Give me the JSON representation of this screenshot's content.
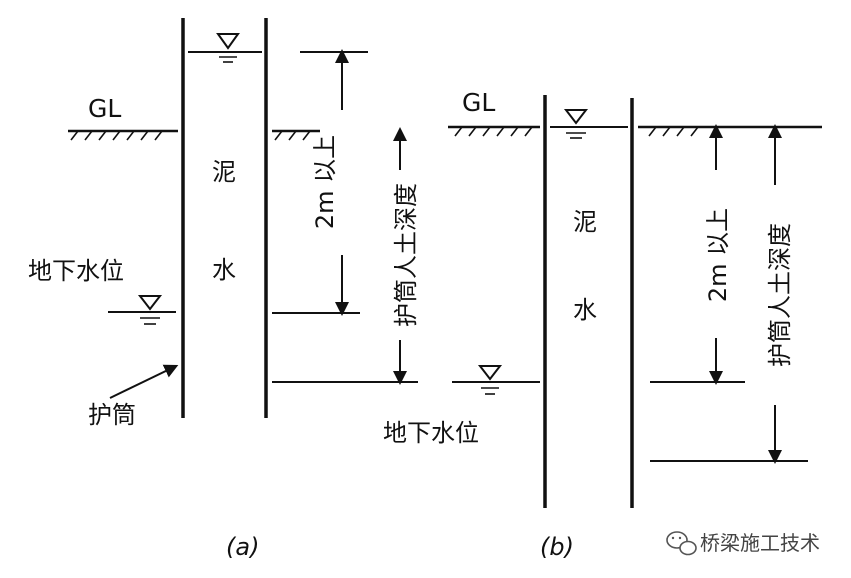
{
  "diagram_a": {
    "ground_label": "GL",
    "slurry_char1": "泥",
    "slurry_char2": "水",
    "groundwater_label": "地下水位",
    "casing_label": "护筒",
    "dim_2m_label": "2m 以上",
    "dim_depth_label": "护筒人土深度",
    "caption": "(a)"
  },
  "diagram_b": {
    "ground_label": "GL",
    "slurry_char1": "泥",
    "slurry_char2": "水",
    "groundwater_label": "地下水位",
    "dim_2m_label": "2m 以上",
    "dim_depth_label": "护筒人土深度",
    "caption": "(b)"
  },
  "watermark": "桥梁施工技术"
}
